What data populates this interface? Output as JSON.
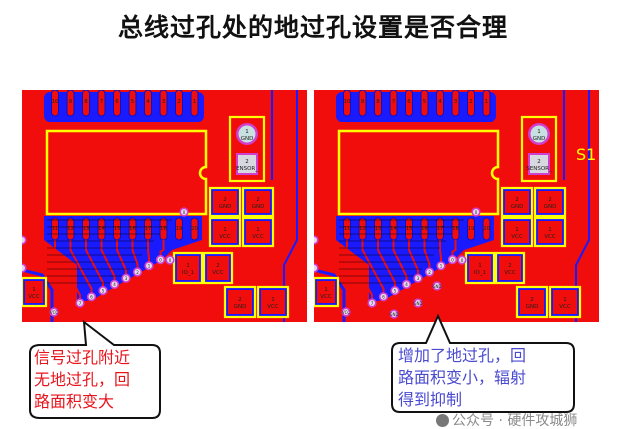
{
  "title": "总线过孔处的地过孔设置是否合理",
  "boards": {
    "left": {
      "connector_pin1": "1",
      "connector_pin1_net": "GND",
      "connector_pin2": "2",
      "connector_pin2_net": "ENSOR_"
    },
    "right": {
      "connector_pin1": "1",
      "connector_pin1_net": "GND",
      "connector_pin2": "2",
      "connector_pin2_net": "SENSOR_",
      "designator": "S1"
    }
  },
  "pcb_labels": {
    "cap_top": "2",
    "cap_top_net": "GND",
    "cap_bottom": "1",
    "cap_bottom_net": "VCC",
    "pad_io": "1",
    "pad_io_net": "IO_1",
    "pad_vcc": "2",
    "pad_vcc_net": "VCC",
    "via_gnd": "GND",
    "via_vcc": "VCC"
  },
  "callouts": {
    "left": {
      "lines": [
        "信号过孔附近",
        "无地过孔，回",
        "路面积变大"
      ]
    },
    "right": {
      "lines": [
        "增加了地过孔，回",
        "路面积变小，辐射",
        "得到抑制"
      ]
    }
  },
  "watermark": "公众号 · 硬件攻城狮",
  "colors": {
    "board": "#f20d0d",
    "copper": "#1a1aff",
    "silk": "#ffff00",
    "via": "#d040d0",
    "left_text": "#e8141c",
    "right_text": "#4a4ad0"
  }
}
